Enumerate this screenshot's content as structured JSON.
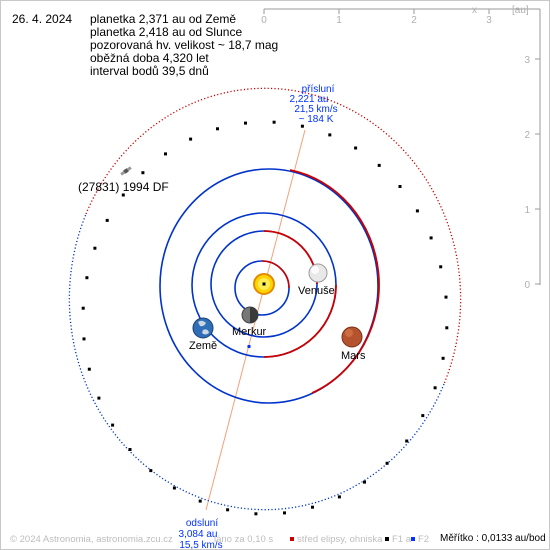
{
  "header": {
    "date": "26. 4. 2024",
    "info_lines": [
      "planetka 2,371 au od Země",
      "planetka 2,418 au od Slunce",
      "pozorovaná hv. velikost ~ 18,7 mag",
      "oběžná doba 4,320 let",
      "interval bodů 39,5 dnů"
    ]
  },
  "axes": {
    "x_ticks": [
      "0",
      "1",
      "2",
      "3"
    ],
    "y_ticks": [
      "3",
      "2",
      "1",
      "0"
    ],
    "x_label": "x",
    "unit": "[au]"
  },
  "labels": {
    "asteroid": "(27831) 1994 DF",
    "venus": "Venuše",
    "mercury": "Merkur",
    "earth": "Země",
    "mars": "Mars"
  },
  "perihelion": [
    "přísluní",
    "2,221 au",
    "21,5 km/s",
    "~ 184 K"
  ],
  "aphelion": [
    "odsluní",
    "3,084 au",
    "15,5 km/s"
  ],
  "footer": {
    "copyright": "© 2024 Astronomia, astronomia.zcu.cz",
    "middle": "láno za 0,10 s",
    "legend_center": "střed elipsy, ohniska",
    "legend_f1": "F1 a",
    "legend_f2": "F2",
    "scale": "Měřítko : 0,0133 au/bod"
  },
  "colors": {
    "red_orbit": "#cc0000",
    "blue_orbit": "#0033cc",
    "sun": "#ffcc00",
    "apsis_line": "#f4a07a",
    "label_blue": "#0033ff"
  }
}
